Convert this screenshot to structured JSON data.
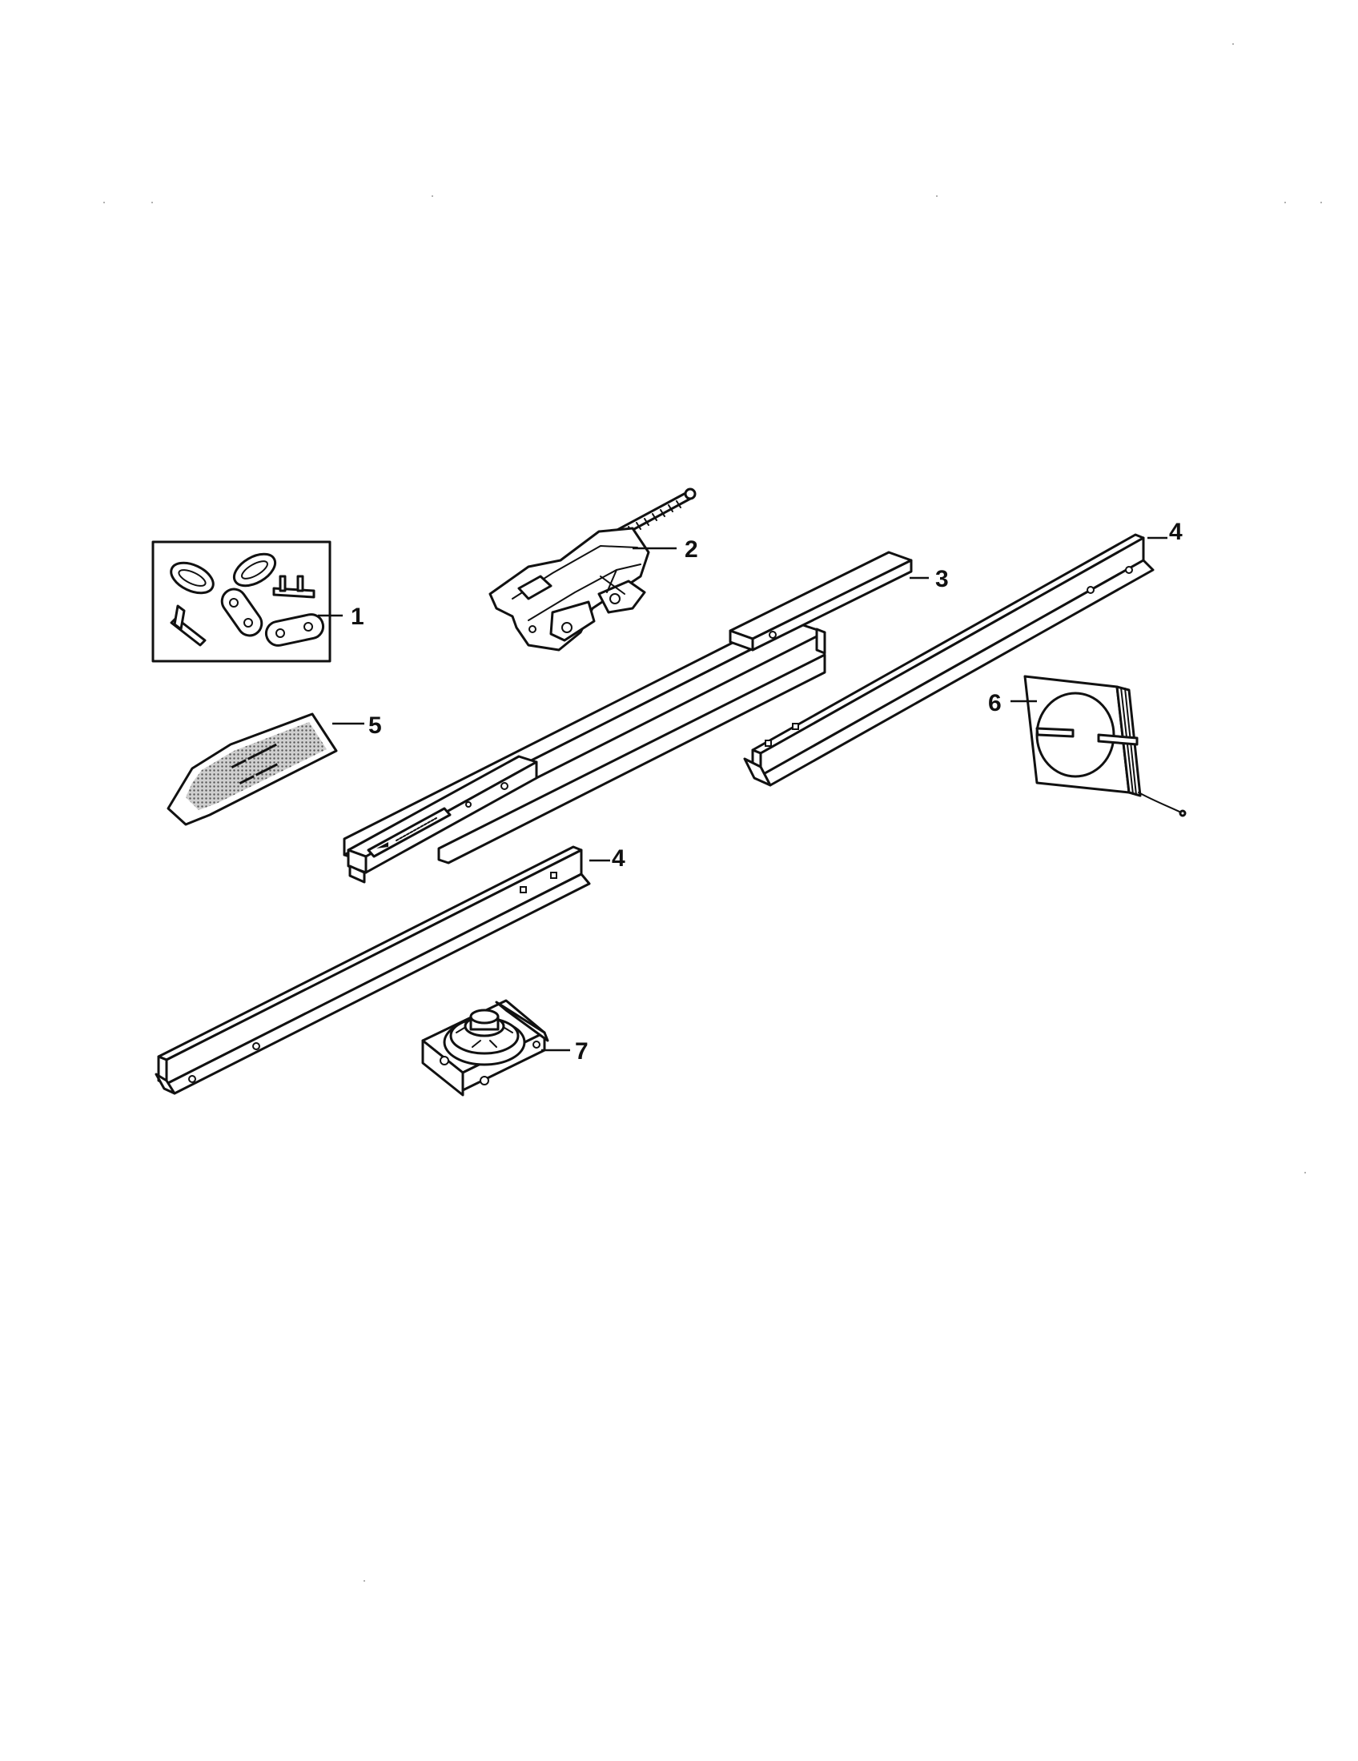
{
  "callouts": {
    "part_1": "1",
    "part_2": "2",
    "part_3": "3",
    "part_4_upper": "4",
    "part_4_lower": "4",
    "part_5": "5",
    "part_6": "6",
    "part_7": "7"
  }
}
